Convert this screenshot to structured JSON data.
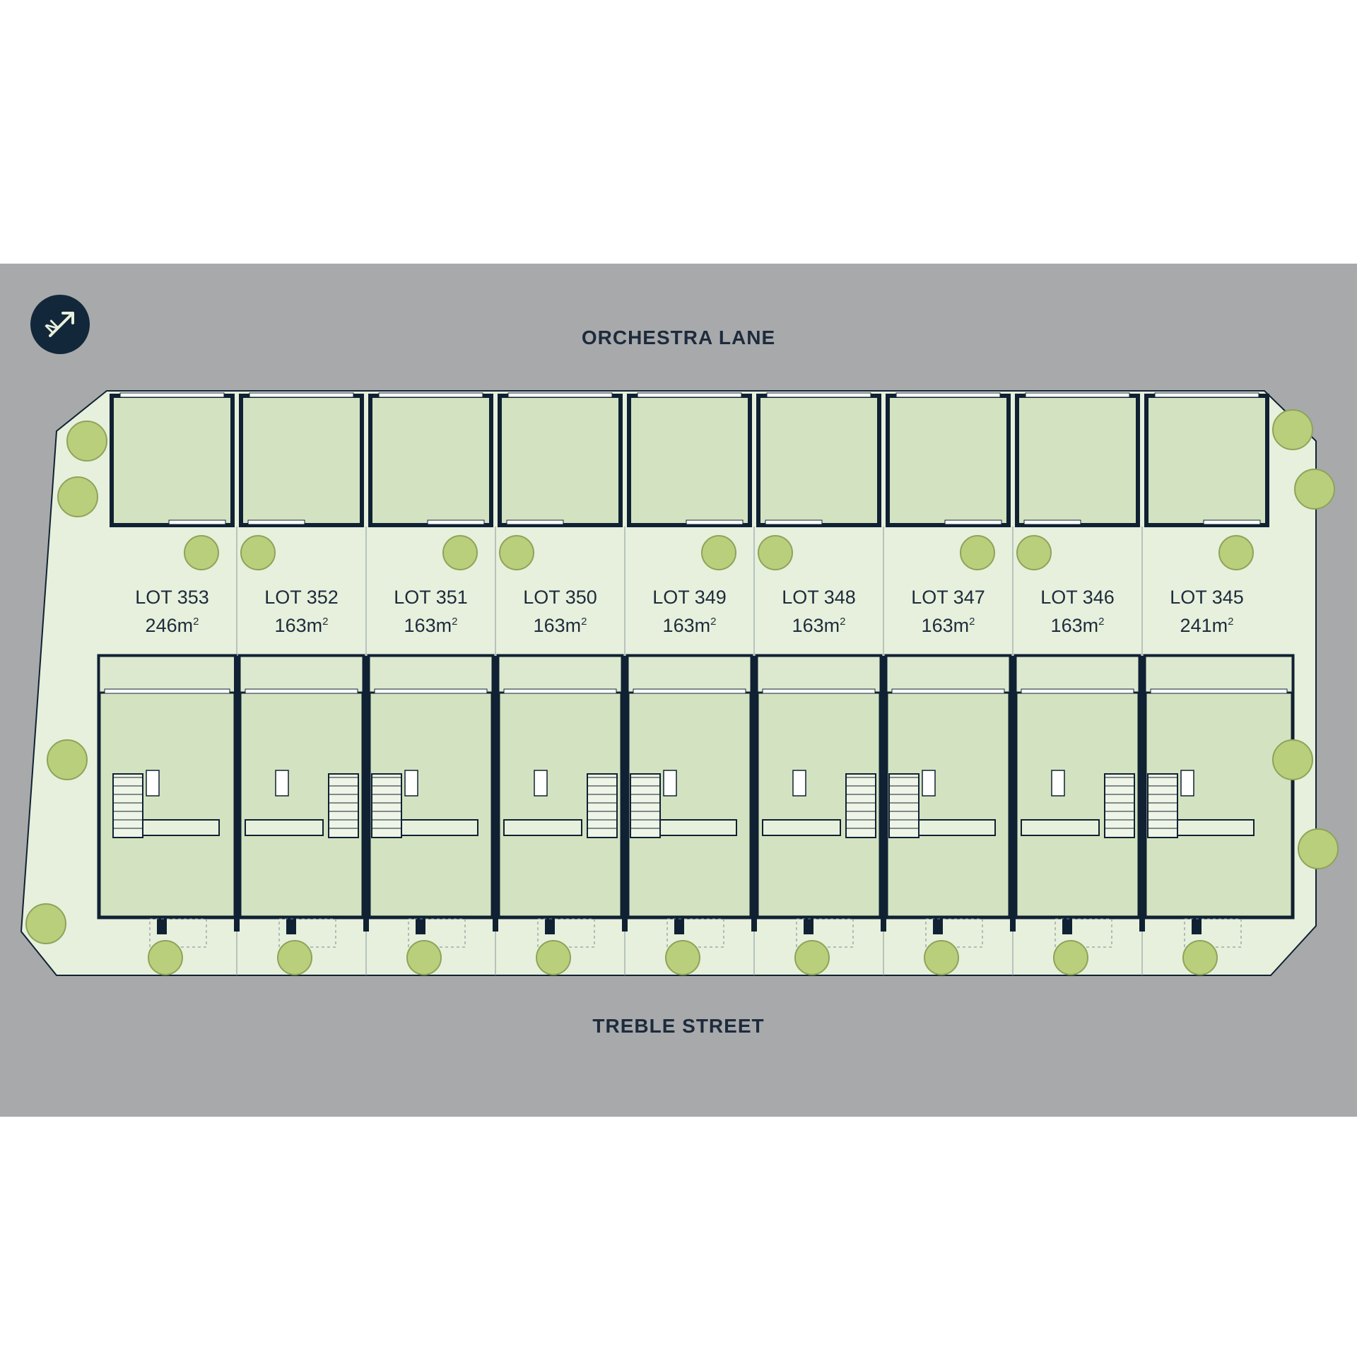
{
  "streets": {
    "top": "ORCHESTRA LANE",
    "bottom": "TREBLE STREET"
  },
  "compass": {
    "icon": "north-arrow-icon",
    "letter": "N"
  },
  "colors": {
    "road": "#a8a9ab",
    "lot": "#e7f0dc",
    "building": "#d3e3c1",
    "wall": "#102133",
    "tree": "#b9cf7c",
    "text": "#1d2b3c"
  },
  "lots": [
    {
      "name": "LOT 353",
      "area": "246m",
      "unit_sup": "2"
    },
    {
      "name": "LOT 352",
      "area": "163m",
      "unit_sup": "2"
    },
    {
      "name": "LOT 351",
      "area": "163m",
      "unit_sup": "2"
    },
    {
      "name": "LOT 350",
      "area": "163m",
      "unit_sup": "2"
    },
    {
      "name": "LOT 349",
      "area": "163m",
      "unit_sup": "2"
    },
    {
      "name": "LOT 348",
      "area": "163m",
      "unit_sup": "2"
    },
    {
      "name": "LOT 347",
      "area": "163m",
      "unit_sup": "2"
    },
    {
      "name": "LOT 346",
      "area": "163m",
      "unit_sup": "2"
    },
    {
      "name": "LOT 345",
      "area": "241m",
      "unit_sup": "2"
    }
  ]
}
